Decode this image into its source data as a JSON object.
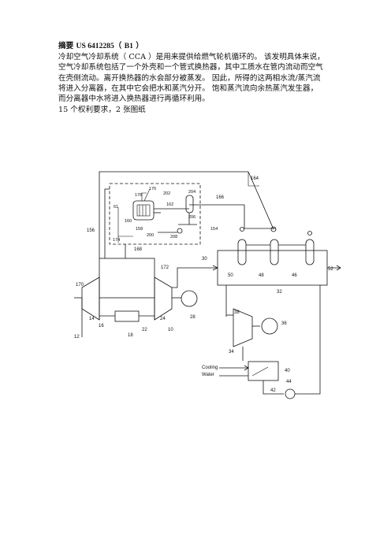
{
  "abstract": {
    "heading": "摘要",
    "patent_no": "US 6412285",
    "open_paren": "（",
    "kind_code": "B1",
    "close_paren": "）",
    "body_lines": [
      "冷却空气冷却系统（ CCA ）是用来提供给燃气轮机循环的。 该发明具体来说，",
      "空气冷却系统包括了一个外壳和一个管式换热器，其中工质水在管内流动而空气",
      "在壳侧流动。离开换热器的水会部分被蒸发。 因此，所得的这两相水流/蒸汽流",
      "将进入分离器，在其中它会把水和蒸汽分开。 饱和蒸汽流向余热蒸汽发生器，",
      "而分离器中水将进入换热器进行再循环利用。"
    ],
    "claims_line": "15 个权利要求，2 张图纸"
  },
  "figure": {
    "labels": {
      "l164": "164",
      "l166": "166",
      "l176": "176",
      "l178": "178",
      "l202": "202",
      "l204": "204",
      "l162": "162",
      "l206": "206",
      "l61": "61",
      "l160": "160",
      "l158": "158",
      "l200": "200",
      "l208": "208",
      "l154": "154",
      "l156": "156",
      "l174": "174",
      "l168": "168",
      "l172": "172",
      "l30": "30",
      "l50": "50",
      "l48": "48",
      "l46": "46",
      "l52": "52",
      "l32": "32",
      "l170": "170",
      "l14": "14",
      "l16": "16",
      "l22": "22",
      "l24": "24",
      "l28": "28",
      "l10": "10",
      "l18": "18",
      "l12": "12",
      "l38": "38",
      "l36": "36",
      "l34": "34",
      "cooling": "Cooling",
      "water": "Water",
      "l40": "40",
      "l44": "44",
      "l42": "42"
    }
  }
}
